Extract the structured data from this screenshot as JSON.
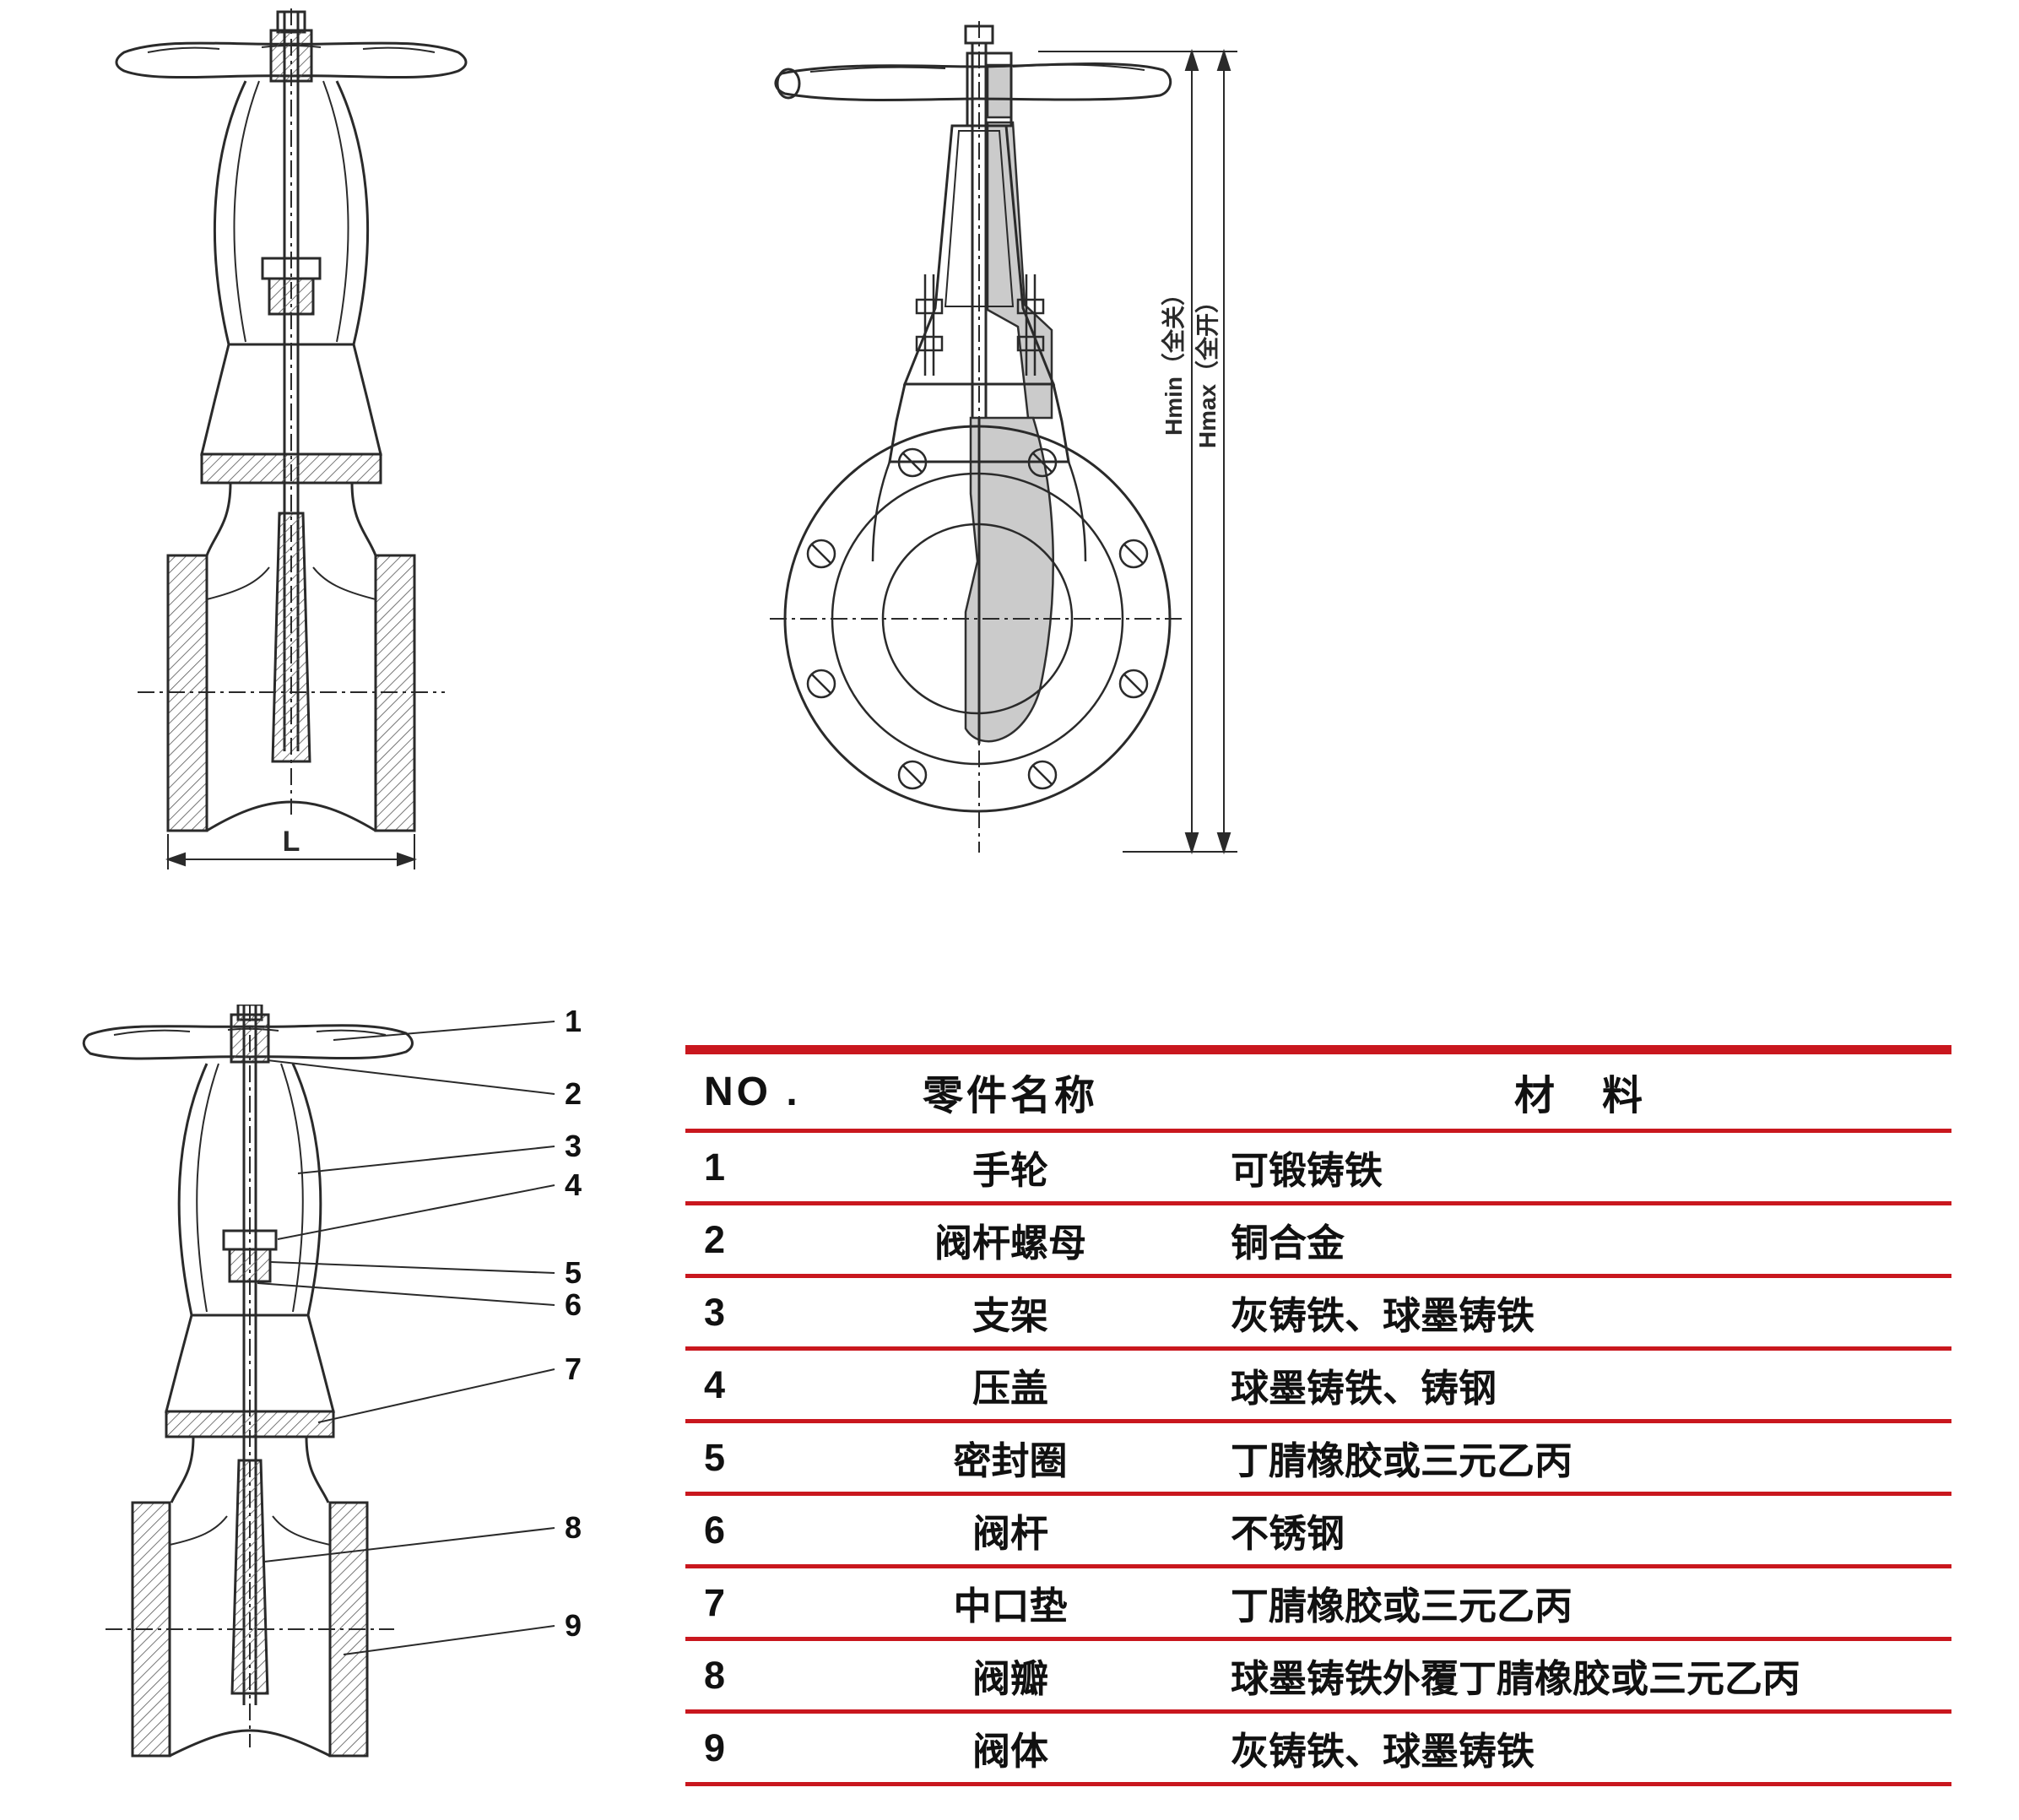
{
  "page": {
    "background": "#ffffff"
  },
  "colors": {
    "line": "#2a2a2a",
    "red_rule": "#c9171e",
    "section_gray": "#cbcbcb"
  },
  "drawings": {
    "side_view": {
      "label": "gate-valve-side-section",
      "dimension_label": "L"
    },
    "front_view": {
      "label": "gate-valve-front-view",
      "height_min_label": "Hmin（全关）",
      "height_max_label": "Hmax（全开）"
    },
    "callout_view": {
      "label": "gate-valve-parts-callout",
      "callouts": [
        "1",
        "2",
        "3",
        "4",
        "5",
        "6",
        "7",
        "8",
        "9"
      ]
    }
  },
  "table": {
    "headers": [
      "NO .",
      "零件名称",
      "材　料"
    ],
    "rows": [
      [
        "1",
        "手轮",
        "可锻铸铁"
      ],
      [
        "2",
        "阀杆螺母",
        "铜合金"
      ],
      [
        "3",
        "支架",
        "灰铸铁、球墨铸铁"
      ],
      [
        "4",
        "压盖",
        "球墨铸铁、铸钢"
      ],
      [
        "5",
        "密封圈",
        "丁腈橡胶或三元乙丙"
      ],
      [
        "6",
        "阀杆",
        "不锈钢"
      ],
      [
        "7",
        "中口垫",
        "丁腈橡胶或三元乙丙"
      ],
      [
        "8",
        "阀瓣",
        "球墨铸铁外覆丁腈橡胶或三元乙丙"
      ],
      [
        "9",
        "阀体",
        "灰铸铁、球墨铸铁"
      ]
    ]
  }
}
